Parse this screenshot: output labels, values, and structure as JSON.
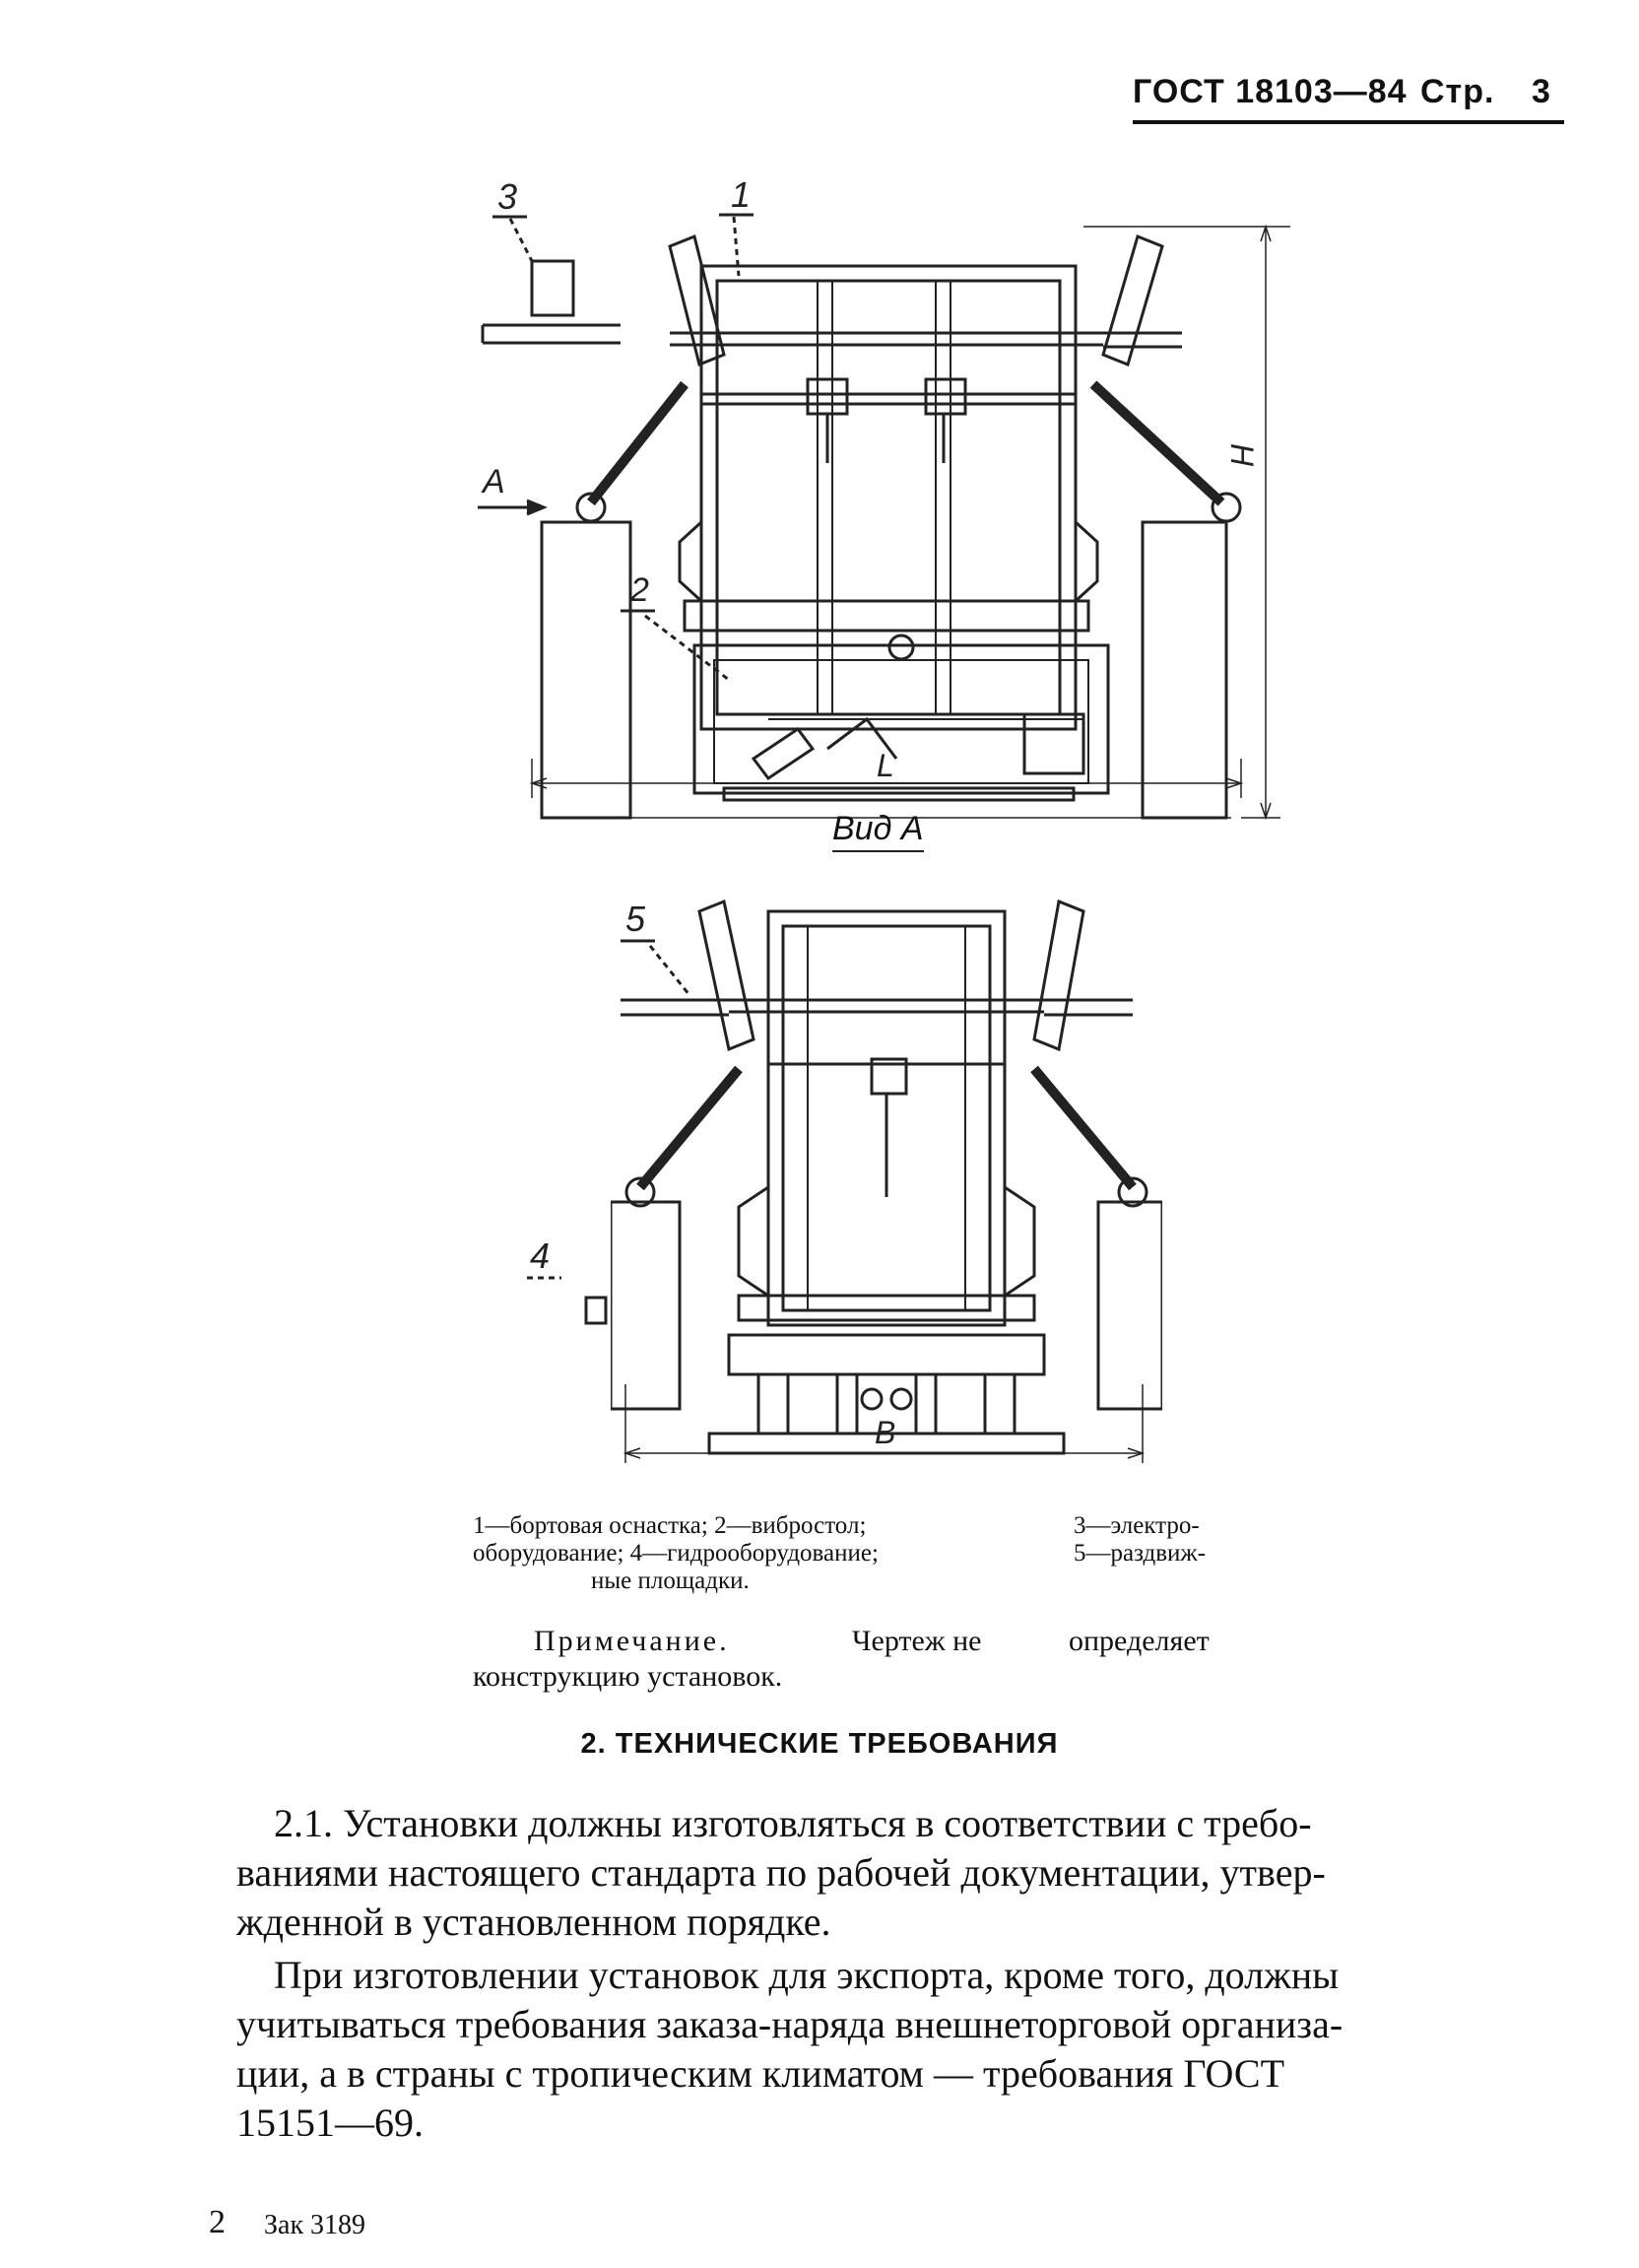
{
  "header": {
    "standard": "ГОСТ 18103—84",
    "page_prefix": "Стр.",
    "page_number": "3"
  },
  "figure": {
    "callouts": [
      "1",
      "2",
      "3",
      "4",
      "5"
    ],
    "dim_H": "H",
    "dim_L": "L",
    "dim_B": "B",
    "view_arrow": "A",
    "view_label": "Вид А"
  },
  "caption": {
    "line1_a": "1—бортовая оснастка; 2—вибростол;",
    "line1_b": "3—электро-",
    "line2_a": "оборудование; 4—гидрооборудование;",
    "line2_b": "5—раздвиж-",
    "line3": "ные площадки."
  },
  "note": {
    "line1_a": "Примечание.",
    "line1_b": "Чертеж не",
    "line1_c": "определяет",
    "line2": "конструкцию установок."
  },
  "section_title": "2. ТЕХНИЧЕСКИЕ ТРЕБОВАНИЯ",
  "paragraphs": {
    "p1_l1": "2.1. Установки должны изготовляться в соответствии с требо-",
    "p1_l2": "ваниями настоящего стандарта по рабочей документации, утвер-",
    "p1_l3": "жденной в установленном порядке.",
    "p2_l1": "При изготовлении установок для экспорта, кроме того, должны",
    "p2_l2": "учитываться требования заказа-наряда внешнеторговой организа-",
    "p2_l3": "ции, а в страны с тропическим климатом — требования ГОСТ",
    "p2_l4": "15151—69."
  },
  "footer": {
    "page": "2",
    "order": "Зак 3189"
  }
}
